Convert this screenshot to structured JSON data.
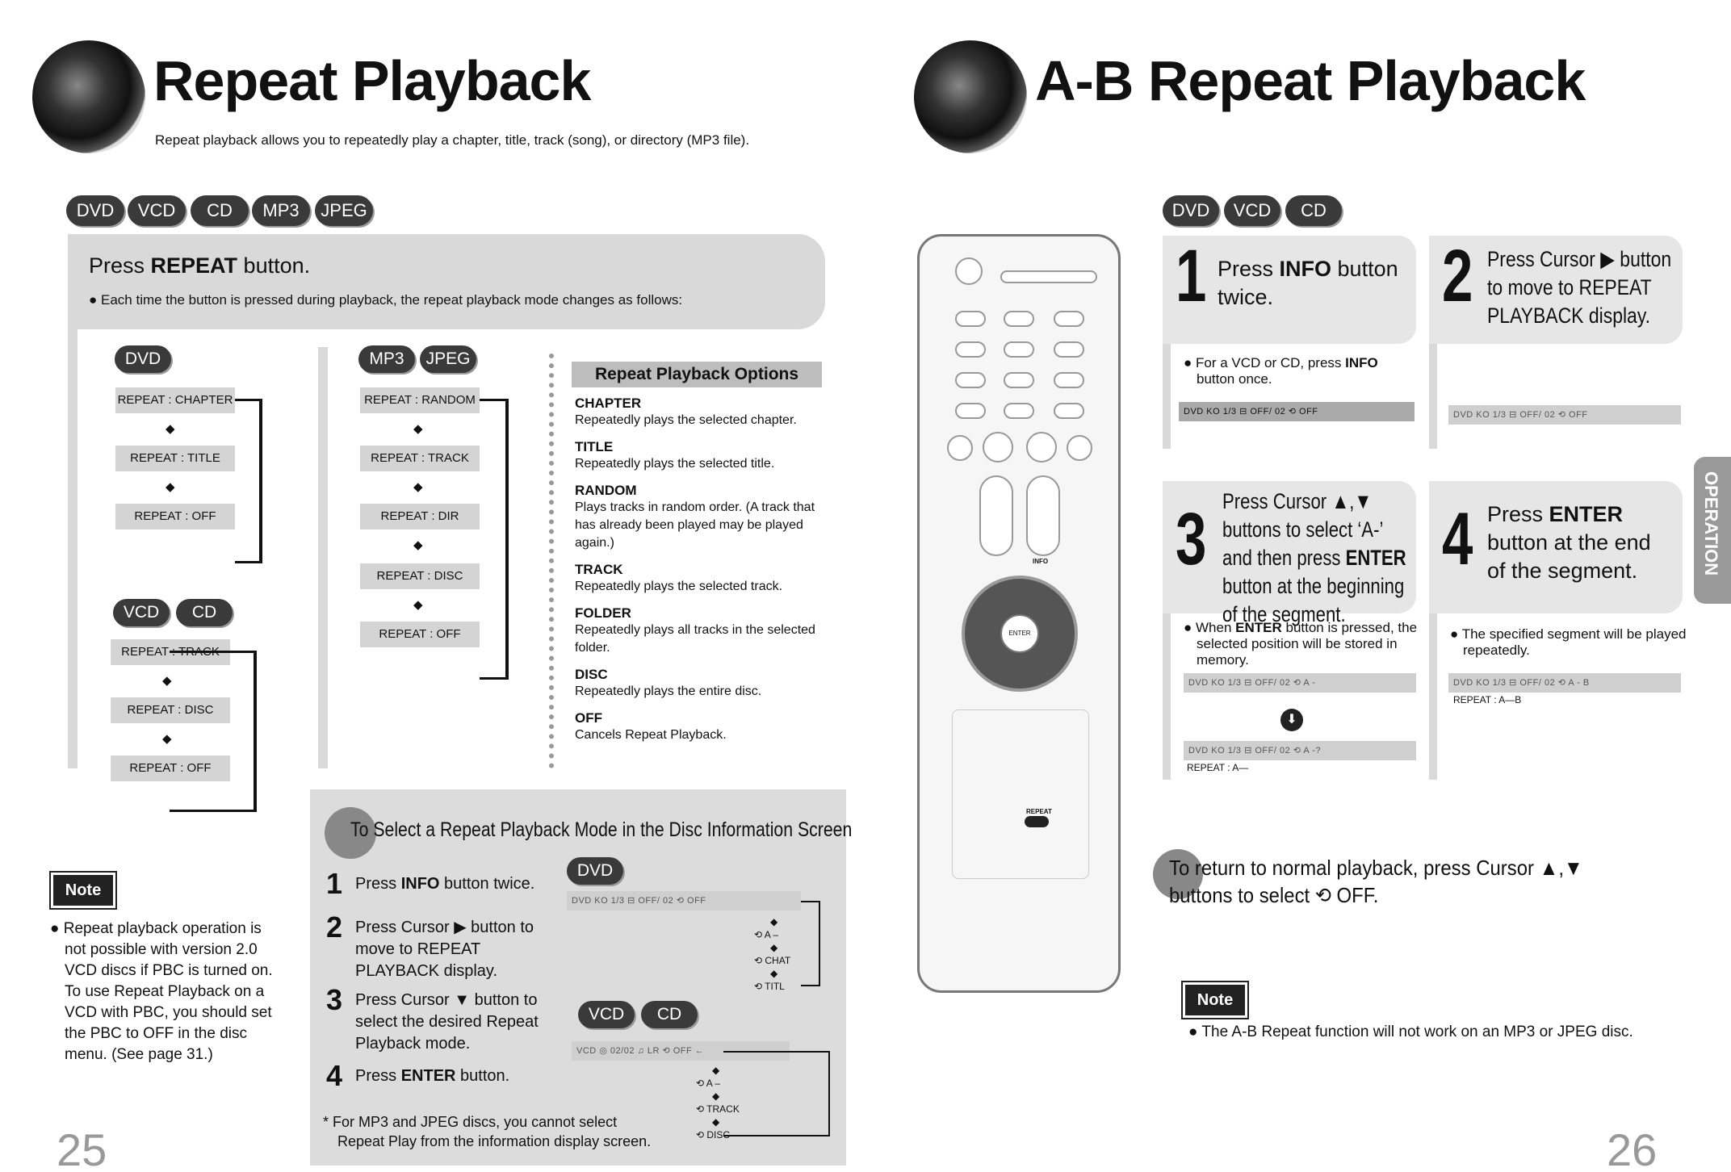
{
  "left": {
    "title": "Repeat Playback",
    "subtitle": "Repeat playback allows you to repeatedly play a chapter, title, track (song), or directory (MP3 file).",
    "discs": [
      "DVD",
      "VCD",
      "CD",
      "MP3",
      "JPEG"
    ],
    "press_prefix": "Press ",
    "press_bold": "REPEAT",
    "press_suffix": " button.",
    "press_bullet": "Each time the button is pressed during playback, the repeat playback mode changes as follows:",
    "dvd_label": "DVD",
    "dvd_states": [
      "REPEAT : CHAPTER",
      "REPEAT : TITLE",
      "REPEAT : OFF"
    ],
    "vcd_labels": [
      "VCD",
      "CD"
    ],
    "vcd_states": [
      "REPEAT : TRACK",
      "REPEAT : DISC",
      "REPEAT : OFF"
    ],
    "mp3_labels": [
      "MP3",
      "JPEG"
    ],
    "mp3_states": [
      "REPEAT : RANDOM",
      "REPEAT : TRACK",
      "REPEAT : DIR",
      "REPEAT : DISC",
      "REPEAT : OFF"
    ],
    "options_title": "Repeat Playback Options",
    "options": [
      {
        "label": "CHAPTER",
        "desc": "Repeatedly plays the selected chapter."
      },
      {
        "label": "TITLE",
        "desc": "Repeatedly plays the selected title."
      },
      {
        "label": "RANDOM",
        "desc": "Plays tracks in random order. (A track that has already been played may be played again.)"
      },
      {
        "label": "TRACK",
        "desc": "Repeatedly plays the selected track."
      },
      {
        "label": "FOLDER",
        "desc": "Repeatedly plays all tracks in the selected folder."
      },
      {
        "label": "DISC",
        "desc": "Repeatedly plays the entire disc."
      },
      {
        "label": "OFF",
        "desc": "Cancels Repeat Playback."
      }
    ],
    "note_label": "Note",
    "note_text": "Repeat playback operation is not possible with version 2.0 VCD discs if PBC is turned on. To use Repeat Playback on a VCD with PBC, you should set the PBC to OFF in the disc menu. (See page 31.)",
    "info_title": "To Select a Repeat Playback Mode in the Disc Information Screen",
    "info_steps": [
      {
        "num": "1",
        "pre": "Press ",
        "bold": "INFO",
        "post": " button twice."
      },
      {
        "num": "2",
        "pre": "Press Cursor ▶ button to move to REPEAT PLAYBACK display.",
        "bold": "",
        "post": ""
      },
      {
        "num": "3",
        "pre": "Press Cursor ▼ button to select the desired Repeat Playback mode.",
        "bold": "",
        "post": ""
      },
      {
        "num": "4",
        "pre": "Press ",
        "bold": "ENTER",
        "post": " button."
      }
    ],
    "info_footnote": "For MP3 and JPEG discs, you cannot select Repeat Play from the information display screen.",
    "info_dvd": "DVD",
    "info_vcd": "VCD",
    "info_cd": "CD",
    "dvd_disp": "DVD   KO 1/3   ⊟   OFF/ 02   ⟲ OFF",
    "dvd_chain": [
      "OFF",
      "A –",
      "CHAT",
      "TITL"
    ],
    "vcd_disp": "VCD   ◎ 02/02   ♫ LR   ⟲ OFF ←",
    "vcd_chain": [
      "A –",
      "TRACK",
      "DISC"
    ],
    "page": "25"
  },
  "right": {
    "title": "A-B Repeat Playback",
    "discs": [
      "DVD",
      "VCD",
      "CD"
    ],
    "step1_num": "1",
    "step1_pre": "Press ",
    "step1_bold": "INFO",
    "step1_post": " button twice.",
    "step1_bullet_pre": "For a VCD or CD, press ",
    "step1_bullet_bold": "INFO",
    "step1_bullet_post": " button once.",
    "step1_disp": "DVD   KO 1/3   ⊟   OFF/ 02   ⟲ OFF",
    "step2_num": "2",
    "step2_text": "Press Cursor ▶ button to move to REPEAT PLAYBACK display.",
    "step2_disp": "DVD   KO 1/3   ⊟   OFF/ 02   ⟲ OFF",
    "step3_num": "3",
    "step3_text_a": "Press Cursor ▲,▼ buttons to select ‘A-’ and then press ",
    "step3_bold": "ENTER",
    "step3_text_b": " button at the beginning of the segment.",
    "step3_bullet_pre": "When ",
    "step3_bullet_bold": "ENTER",
    "step3_bullet_post": " button is pressed, the selected position will be stored in memory.",
    "step3_disp1": "DVD   KO 1/3   ⊟   OFF/ 02   ⟲ A -",
    "step3_disp2": "DVD   KO 1/3   ⊟   OFF/ 02   ⟲ A -?",
    "step3_caption": "REPEAT : A—",
    "step4_num": "4",
    "step4_pre": "Press ",
    "step4_bold": "ENTER",
    "step4_post": " button at the end of the segment.",
    "step4_bullet": "The specified segment will be played repeatedly.",
    "step4_disp": "DVD   KO 1/3   ⊟   OFF/ 02   ⟲ A - B",
    "step4_caption": "REPEAT : A—B",
    "return_text": "To return to normal playback, press Cursor ▲,▼ buttons to select ⟲ OFF.",
    "note_label": "Note",
    "note_text": "The A-B Repeat function will not work on an MP3 or JPEG disc.",
    "side_tab": "OPERATION",
    "page": "26",
    "remote_info_label": "INFO",
    "remote_enter_label": "ENTER",
    "remote_repeat_label": "REPEAT"
  }
}
